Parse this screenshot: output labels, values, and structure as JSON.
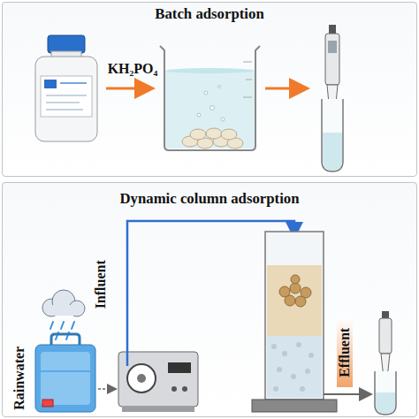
{
  "diagram": {
    "nodes": [
      {
        "text": [
          "Batch adsorption"
        ]
      },
      {
        "text": [
          "Dynamic column adsorption"
        ]
      }
    ],
    "labels": [
      "KH₂PO₄",
      "Rainwater",
      "Influent",
      "Effluent"
    ]
  }
}
